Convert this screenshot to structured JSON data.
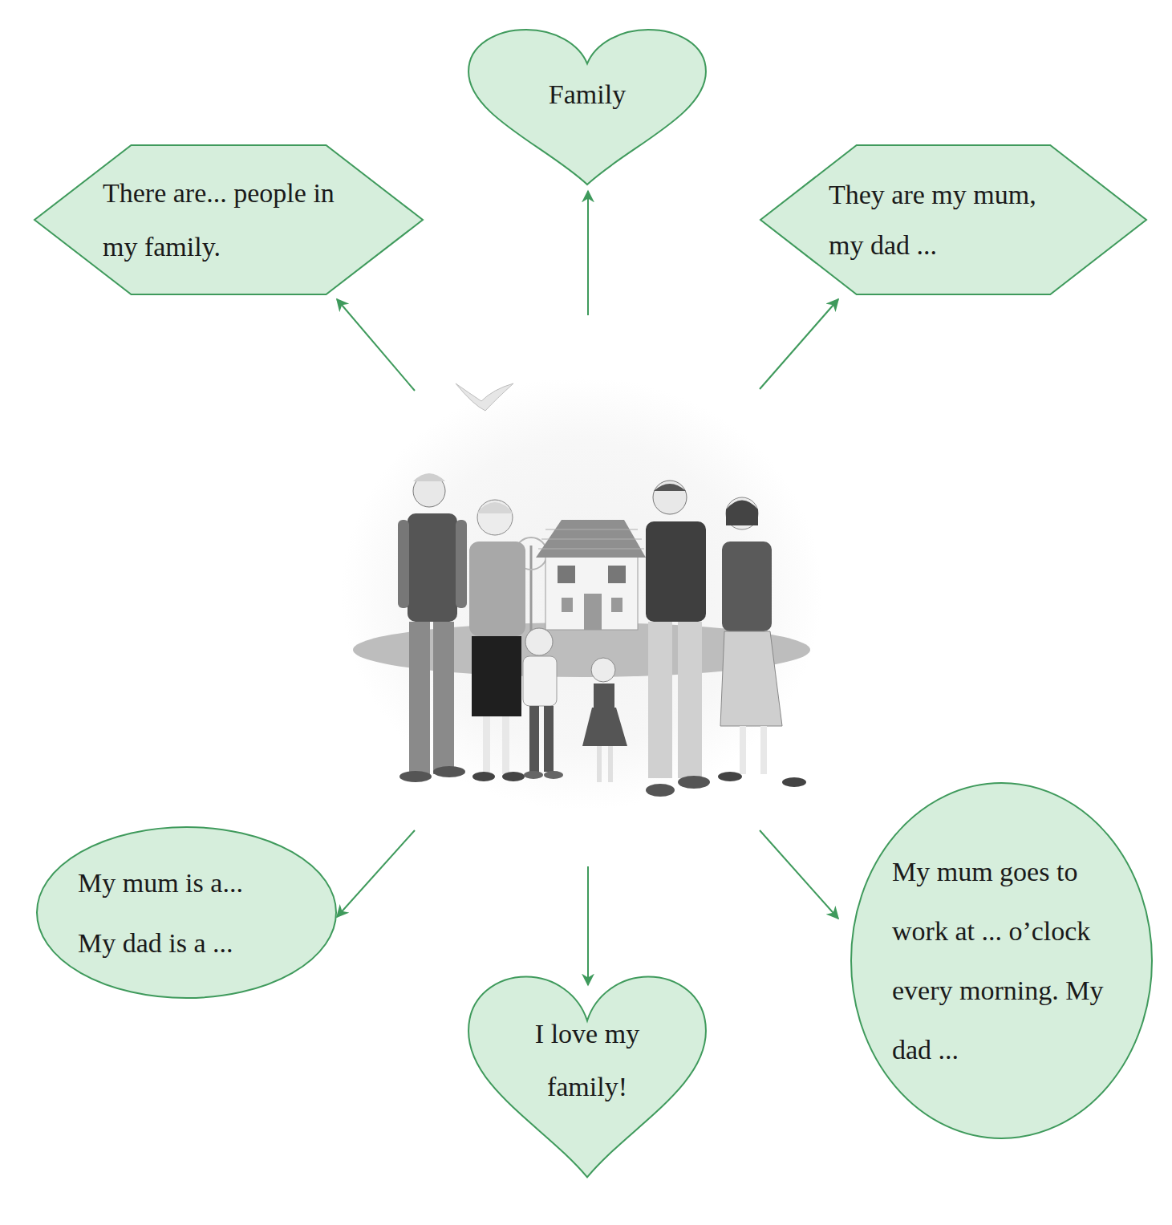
{
  "diagram": {
    "nodes": [
      {
        "text": [
          "Family"
        ]
      },
      {
        "text": [
          "There are... people in my family."
        ]
      },
      {
        "text": [
          "They are my mum, my dad ..."
        ]
      },
      {
        "text": [
          "My mum is a... My dad is a ..."
        ]
      },
      {
        "text": [
          "I love my family!"
        ]
      },
      {
        "text": [
          "My mum goes to work at ... o’clock every morning. My dad ..."
        ]
      }
    ]
  }
}
